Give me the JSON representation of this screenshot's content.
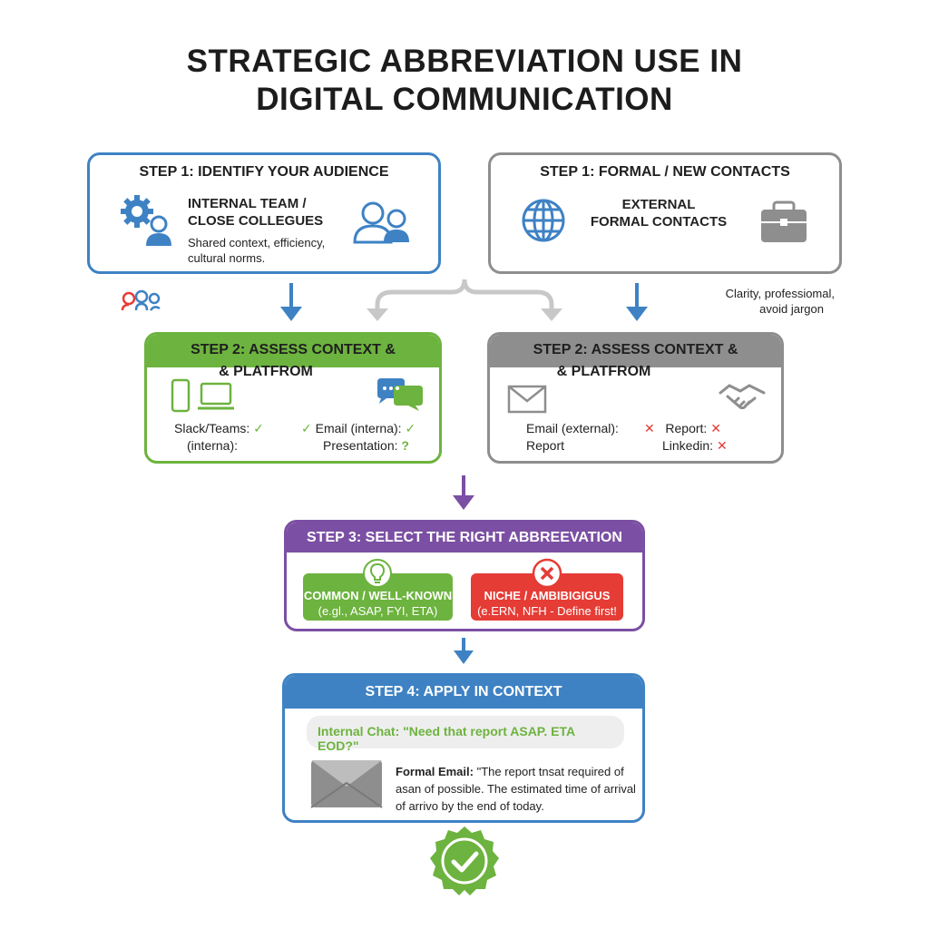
{
  "title": {
    "line1": "STRATEGIC ABBREVIATION USE IN",
    "line2": "DIGITAL COMMUNICATION"
  },
  "step1_left": {
    "header": "STEP 1: IDENTIFY YOUR AUDIENCE",
    "audience_line1": "INTERNAL TEAM /",
    "audience_line2": "CLOSE COLLEGUES",
    "desc_line1": "Shared context, efficiency,",
    "desc_line2": "cultural norms."
  },
  "step1_right": {
    "header": "STEP 1: FORMAL / NEW CONTACTS",
    "audience_line1": "EXTERNAL",
    "audience_line2": "FORMAL CONTACTS",
    "note_line1": "Clarity, professiomal,",
    "note_line2": "avoid jargon"
  },
  "step2_left": {
    "header_line1": "STEP 2: ASSESS CONTEXT &",
    "header_line2": "& PLATFROM",
    "item1_line1": "Slack/Teams:",
    "item1_line2": "(interna):",
    "item2": "Email (interna):",
    "item3": "Presentation:",
    "check": "✓",
    "question": "?"
  },
  "step2_right": {
    "header_line1": "STEP 2: ASSESS CONTEXT &",
    "header_line2": "& PLATFROM",
    "item1": "Email (external):",
    "item2": "Report",
    "item3": "Report:",
    "item4": "Linkedin:",
    "cross": "✕"
  },
  "step3": {
    "header": "STEP 3: SELECT THE RIGHT ABBREEVATION",
    "good_line1": "COMMON / WELL-KNOWN",
    "good_line2": "(e.gl., ASAP, FYI, ETA)",
    "bad_line1": "NICHE / AMBIBIGIGUS",
    "bad_line2": "(e.ERN, NFH - Define first!"
  },
  "step4": {
    "header": "STEP 4: APPLY IN CONTEXT",
    "chat": "Internal Chat: \"Need that report ASAP. ETA EOD?\"",
    "email_label": "Formal Email:",
    "email_line1": " \"The report tnsat required of",
    "email_line2": "asan of possible. The estimated time of arrival",
    "email_line3": "of arrivo by the end of today."
  },
  "colors": {
    "blue": "#3e82c4",
    "gray": "#8e8e8e",
    "green": "#6db33f",
    "purple": "#7b4fa3",
    "red": "#e53c35"
  }
}
